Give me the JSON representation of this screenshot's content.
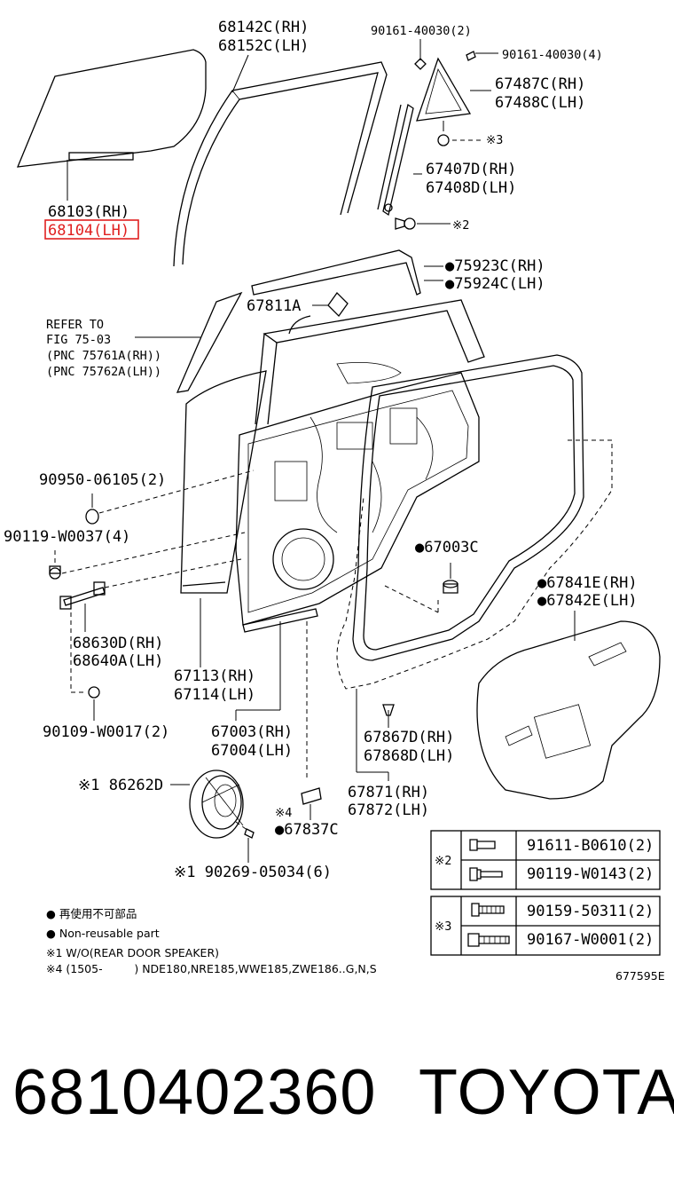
{
  "labels": {
    "glass_rh": "68103(RH)",
    "glass_lh": "68104(LH)",
    "run_rh": "68142C(RH)",
    "run_lh": "68152C(LH)",
    "screw_a": "90161-40030(2)",
    "screw_b": "90161-40030(4)",
    "cover_rh": "67487C(RH)",
    "cover_lh": "67488C(LH)",
    "mark3": "※3",
    "channel_rh": "67407D(RH)",
    "channel_lh": "67408D(LH)",
    "mark2": "※2",
    "frame_rh": "●75923C(RH)",
    "frame_lh": "●75924C(LH)",
    "refer_1": "REFER TO",
    "refer_2": "FIG 75-03",
    "refer_3": "(PNC 75761A(RH))",
    "refer_4": "(PNC 75762A(LH))",
    "pad": "67811A",
    "hole_plug": "90950-06105(2)",
    "bolt_hinge": "90119-W0037(4)",
    "check_rh": "68630D(RH)",
    "check_lh": "68640A(LH)",
    "bolt_check": "90109-W0017(2)",
    "seal_rh": "67113(RH)",
    "seal_lh": "67114(LH)",
    "panel_rh": "67003(RH)",
    "panel_lh": "67004(LH)",
    "clip": "●67003C",
    "film_rh": "●67841E(RH)",
    "film_lh": "●67842E(LH)",
    "wstrip_rh": "67867D(RH)",
    "wstrip_lh": "67868D(LH)",
    "weather_rh": "67871(RH)",
    "weather_lh": "67872(LH)",
    "speaker": "※1 86262D",
    "speaker_screw": "※1 90269-05034(6)",
    "mark4": "※4",
    "cushion": "●67837C"
  },
  "table2": {
    "mark": "※2",
    "rows": [
      "91611-B0610(2)",
      "90119-W0143(2)"
    ]
  },
  "table3": {
    "mark": "※3",
    "rows": [
      "90159-50311(2)",
      "90167-W0001(2)"
    ]
  },
  "legend": {
    "jp": "● 再使用不可部品",
    "en": "● Non-reusable part",
    "note1": "※1 W/O(REAR DOOR SPEAKER)",
    "note4": "※4 (1505-         ) NDE180,NRE185,WWE185,ZWE186..G,N,S"
  },
  "fig_code": "677595E",
  "footer": {
    "part_number": "6810402360",
    "brand": "TOYOTA"
  },
  "highlight_color": "#e02020"
}
